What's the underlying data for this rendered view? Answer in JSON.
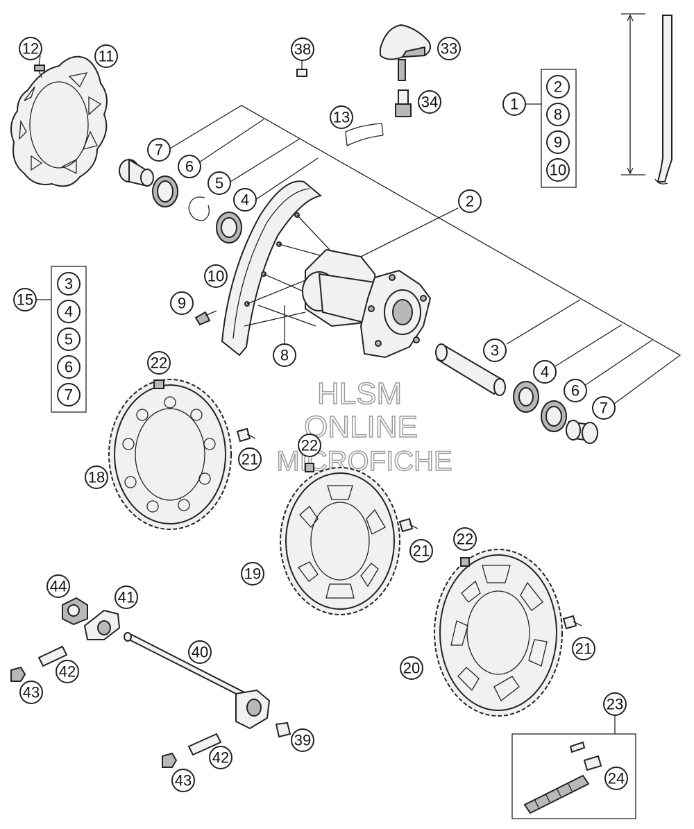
{
  "diagram": {
    "watermark": {
      "line1": "HLSM",
      "line2": "ONLINE",
      "line3": "MICROFICHE"
    },
    "callouts": [
      {
        "id": "c12",
        "label": "12"
      },
      {
        "id": "c11",
        "label": "11"
      },
      {
        "id": "c38",
        "label": "38"
      },
      {
        "id": "c33",
        "label": "33"
      },
      {
        "id": "c34",
        "label": "34"
      },
      {
        "id": "c13",
        "label": "13"
      },
      {
        "id": "c1",
        "label": "1"
      },
      {
        "id": "c7a",
        "label": "7"
      },
      {
        "id": "c6a",
        "label": "6"
      },
      {
        "id": "c5a",
        "label": "5"
      },
      {
        "id": "c4a",
        "label": "4"
      },
      {
        "id": "c2",
        "label": "2"
      },
      {
        "id": "c10",
        "label": "10"
      },
      {
        "id": "c9",
        "label": "9"
      },
      {
        "id": "c8",
        "label": "8"
      },
      {
        "id": "c15",
        "label": "15"
      },
      {
        "id": "c3b",
        "label": "3"
      },
      {
        "id": "c4b",
        "label": "4"
      },
      {
        "id": "c6b",
        "label": "6"
      },
      {
        "id": "c7b",
        "label": "7"
      },
      {
        "id": "c22a",
        "label": "22"
      },
      {
        "id": "c21a",
        "label": "21"
      },
      {
        "id": "c18",
        "label": "18"
      },
      {
        "id": "c22b",
        "label": "22"
      },
      {
        "id": "c21b",
        "label": "21"
      },
      {
        "id": "c19",
        "label": "19"
      },
      {
        "id": "c22c",
        "label": "22"
      },
      {
        "id": "c21c",
        "label": "21"
      },
      {
        "id": "c20",
        "label": "20"
      },
      {
        "id": "c44",
        "label": "44"
      },
      {
        "id": "c41",
        "label": "41"
      },
      {
        "id": "c40",
        "label": "40"
      },
      {
        "id": "c42a",
        "label": "42"
      },
      {
        "id": "c43a",
        "label": "43"
      },
      {
        "id": "c42b",
        "label": "42"
      },
      {
        "id": "c43b",
        "label": "43"
      },
      {
        "id": "c39",
        "label": "39"
      },
      {
        "id": "c23",
        "label": "23"
      },
      {
        "id": "c24",
        "label": "24"
      }
    ],
    "kit_1": [
      "2",
      "8",
      "9",
      "10"
    ],
    "kit_15": [
      "3",
      "4",
      "5",
      "6",
      "7"
    ]
  }
}
